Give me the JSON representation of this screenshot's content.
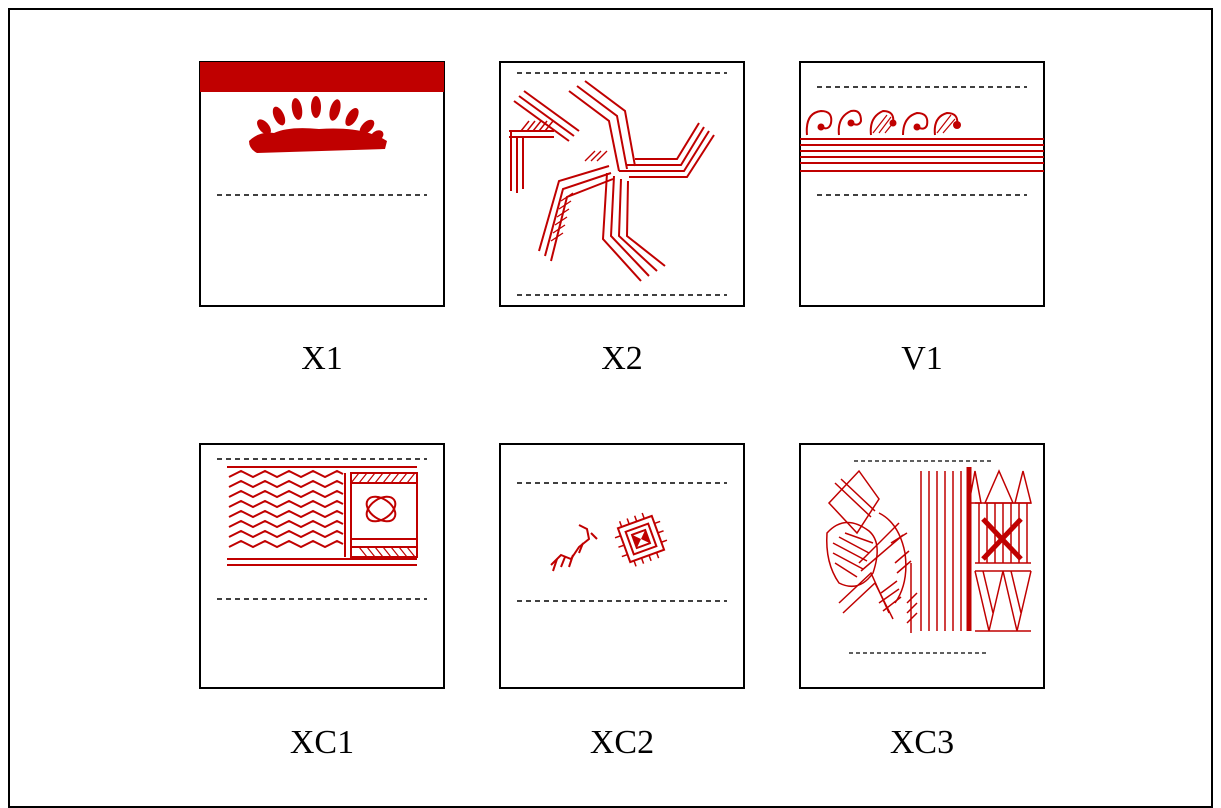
{
  "colors": {
    "pattern": "#c00000",
    "border": "#000000",
    "dash": "#000000"
  },
  "figure": {
    "panels": [
      {
        "id": "X1",
        "label": "X1",
        "motif": "sun-semicircle-with-rays"
      },
      {
        "id": "X2",
        "label": "X2",
        "motif": "swastika-stripe-pattern"
      },
      {
        "id": "V1",
        "label": "V1",
        "motif": "curl-border-stripes"
      },
      {
        "id": "XC1",
        "label": "XC1",
        "motif": "zigzag-and-diamond-band"
      },
      {
        "id": "XC2",
        "label": "XC2",
        "motif": "small-motifs-diamond"
      },
      {
        "id": "XC3",
        "label": "XC3",
        "motif": "dense-geometric-lattice"
      }
    ]
  }
}
